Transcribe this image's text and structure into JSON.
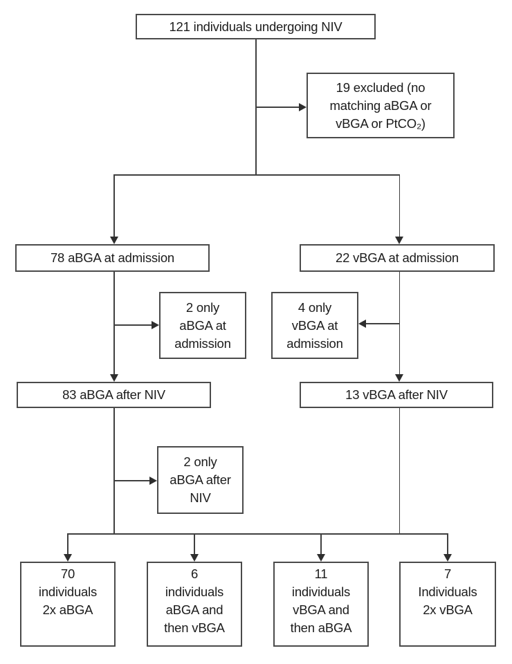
{
  "flowchart": {
    "type": "study-flow-diagram",
    "colors": {
      "line": "#3f3f3f",
      "box_border": "#4a4a4a",
      "text": "#1c1c1c",
      "background": "#ffffff"
    },
    "nodes": {
      "total": "121 individuals undergoing NIV",
      "excluded": "19 excluded (no\nmatching aBGA or\nvBGA or PtCO₂)",
      "abga_admission": "78 aBGA at admission",
      "vbga_admission": "22 vBGA at admission",
      "only_abga_admission": "2 only\naBGA at\nadmission",
      "only_vbga_admission": "4 only\nvBGA at\nadmission",
      "abga_after_niv": "83 aBGA after NIV",
      "vbga_after_niv": "13 vBGA after NIV",
      "only_abga_after_niv": "2 only\naBGA after\nNIV",
      "both_abga": "70\nindividuals\n2x aBGA",
      "abga_then_vbga": "6\nindividuals\naBGA and\nthen vBGA",
      "vbga_then_abga": "11\nindividuals\nvBGA and\nthen aBGA",
      "both_vbga": "7\nIndividuals\n2x vBGA"
    },
    "edges": [
      {
        "from": "total",
        "to": "excluded"
      },
      {
        "from": "total",
        "to": "abga_admission"
      },
      {
        "from": "total",
        "to": "vbga_admission"
      },
      {
        "from": "abga_admission",
        "to": "only_abga_admission"
      },
      {
        "from": "abga_admission",
        "to": "abga_after_niv"
      },
      {
        "from": "vbga_admission",
        "to": "only_vbga_admission"
      },
      {
        "from": "vbga_admission",
        "to": "vbga_after_niv"
      },
      {
        "from": "abga_after_niv",
        "to": "only_abga_after_niv"
      },
      {
        "from": "abga_after_niv, vbga_after_niv",
        "to": "both_abga"
      },
      {
        "from": "abga_after_niv, vbga_after_niv",
        "to": "abga_then_vbga"
      },
      {
        "from": "abga_after_niv, vbga_after_niv",
        "to": "vbga_then_abga"
      },
      {
        "from": "abga_after_niv, vbga_after_niv",
        "to": "both_vbga"
      }
    ]
  }
}
